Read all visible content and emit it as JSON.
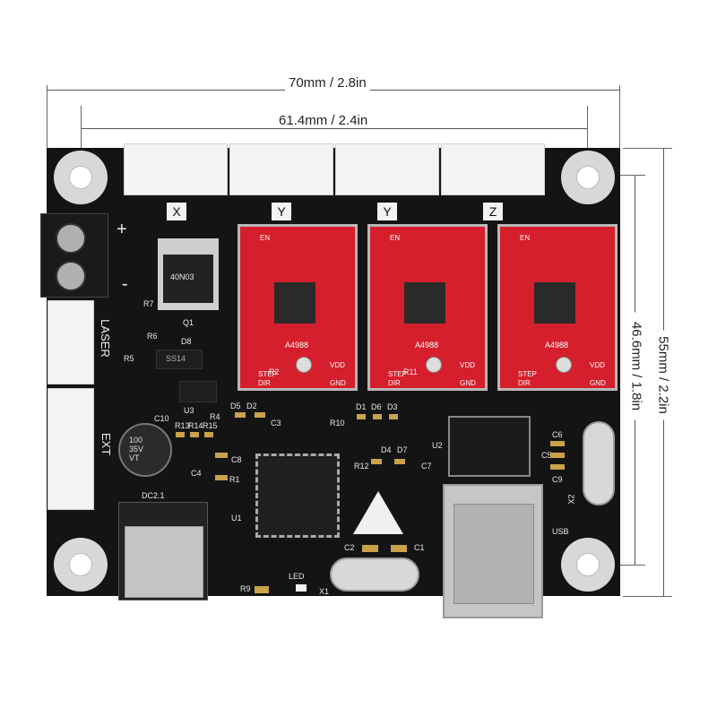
{
  "dimensions": {
    "overall_width": "70mm / 2.8in",
    "hole_spacing_width": "61.4mm / 2.4in",
    "hole_spacing_height": "46.6mm / 1.8in",
    "overall_height": "55mm / 2.2in"
  },
  "board": {
    "axis_labels": [
      "X",
      "Y",
      "Y",
      "Z"
    ],
    "plus_sign": "+",
    "minus_sign": "-",
    "laser_label": "LASER",
    "ext_label": "EXT",
    "dc_label": "DC2.1",
    "usb_label": "USB",
    "led_label": "LED",
    "x1_label": "X1",
    "x2_label": "X2",
    "u1_label": "U1",
    "u2_label": "U2",
    "u3_label": "U3",
    "d8_label": "D8",
    "q1_label": "Q1",
    "r7_label": "R7",
    "r6_label": "R6",
    "r5_label": "R5",
    "c10_label": "C10",
    "capacitor_text": "100\n35V\nVT",
    "diode_text": "SS14",
    "regulator_text": "40N03",
    "silk_labels": [
      "R4",
      "D5",
      "D2",
      "C3",
      "R13",
      "R14",
      "R15",
      "C8",
      "C4",
      "R1",
      "R10",
      "D1",
      "D6",
      "D3",
      "D4",
      "D7",
      "R12",
      "C7",
      "C6",
      "C9",
      "C5",
      "C2",
      "C1",
      "R9",
      "R2",
      "R11"
    ],
    "driver_labels": {
      "chip_name": "A4988",
      "en": "EN",
      "step": "STEP",
      "dir": "DIR",
      "gnd": "GND",
      "vdd": "VDD"
    }
  }
}
